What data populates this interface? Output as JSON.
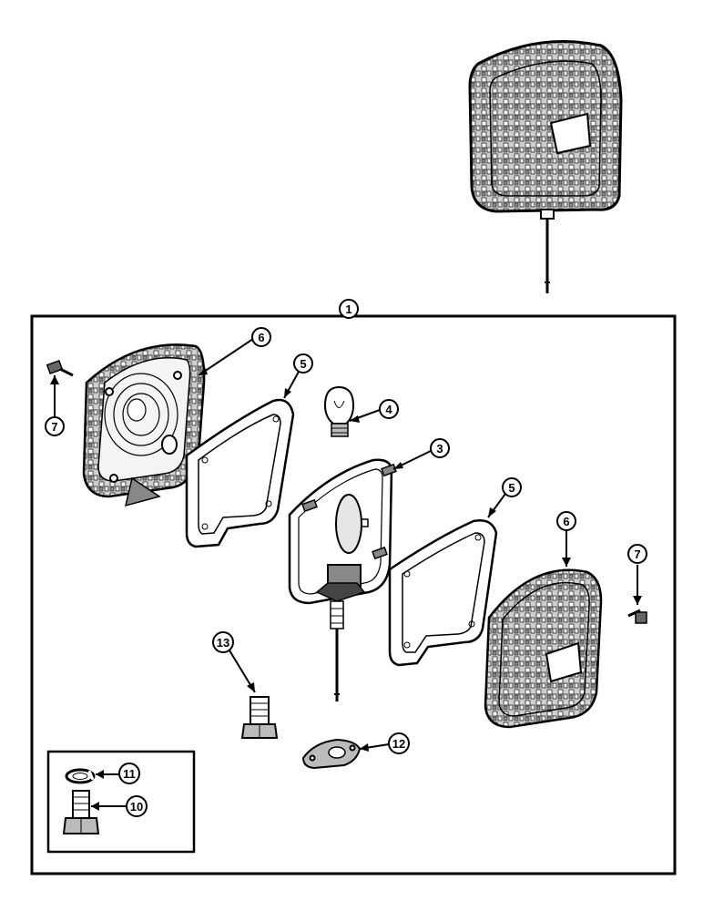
{
  "callouts": {
    "c1": "1",
    "c3": "3",
    "c4": "4",
    "c5a": "5",
    "c5b": "5",
    "c6a": "6",
    "c6b": "6",
    "c7a": "7",
    "c7b": "7",
    "c10": "10",
    "c11": "11",
    "c12": "12",
    "c13": "13"
  }
}
